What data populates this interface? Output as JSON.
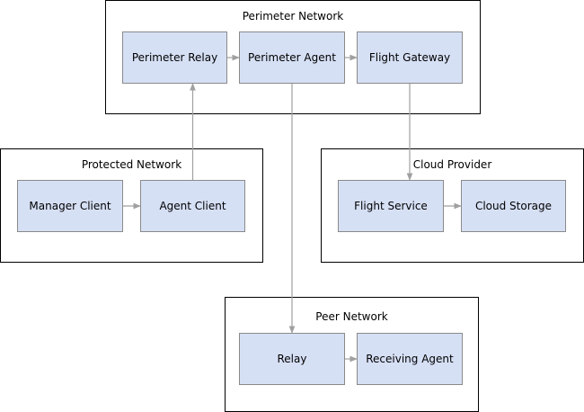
{
  "colors": {
    "node_fill": "#d6e0f5",
    "node_border": "#8a8a8a",
    "group_border": "#000000",
    "edge": "#a0a0a0"
  },
  "groups": {
    "perimeter": {
      "title": "Perimeter Network"
    },
    "protected": {
      "title": "Protected Network"
    },
    "cloud": {
      "title": "Cloud Provider"
    },
    "peer": {
      "title": "Peer Network"
    }
  },
  "nodes": {
    "perimeter_relay": {
      "label": "Perimeter Relay"
    },
    "perimeter_agent": {
      "label": "Perimeter Agent"
    },
    "flight_gateway": {
      "label": "Flight Gateway"
    },
    "manager_client": {
      "label": "Manager Client"
    },
    "agent_client": {
      "label": "Agent Client"
    },
    "flight_service": {
      "label": "Flight Service"
    },
    "cloud_storage": {
      "label": "Cloud Storage"
    },
    "relay": {
      "label": "Relay"
    },
    "receiving_agent": {
      "label": "Receiving Agent"
    }
  },
  "edges": [
    {
      "from": "perimeter_relay",
      "to": "perimeter_agent"
    },
    {
      "from": "perimeter_agent",
      "to": "flight_gateway"
    },
    {
      "from": "manager_client",
      "to": "agent_client"
    },
    {
      "from": "agent_client",
      "to": "perimeter_relay"
    },
    {
      "from": "flight_gateway",
      "to": "flight_service"
    },
    {
      "from": "flight_service",
      "to": "cloud_storage"
    },
    {
      "from": "perimeter_agent",
      "to": "relay"
    },
    {
      "from": "relay",
      "to": "receiving_agent"
    }
  ]
}
